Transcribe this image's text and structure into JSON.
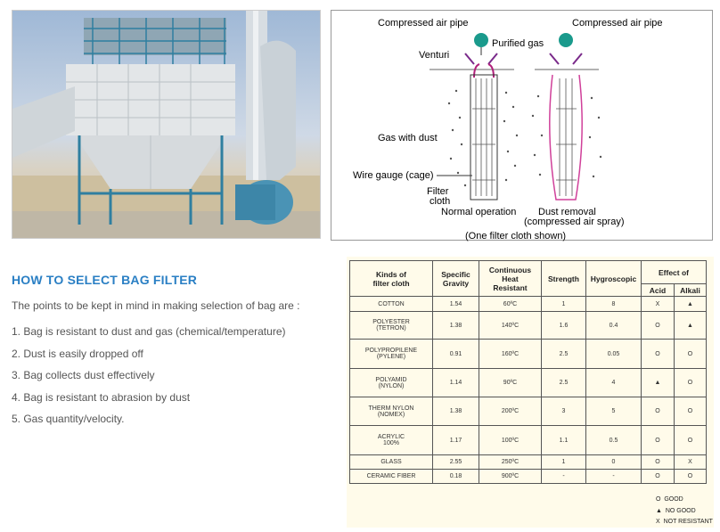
{
  "diagram": {
    "compressed_air_pipe_left": "Compressed air pipe",
    "compressed_air_pipe_right": "Compressed air pipe",
    "purified_gas": "Purified gas",
    "venturi": "Venturi",
    "gas_with_dust": "Gas with dust",
    "wire_gauge": "Wire gauge (cage)",
    "filter_cloth_1": "Filter",
    "filter_cloth_2": "cloth",
    "normal_operation": "Normal operation",
    "dust_removal": "Dust removal",
    "compressed_air_spray": "(compressed air spray)",
    "one_filter_cloth": "(One filter cloth shown)"
  },
  "heading": "HOW TO SELECT BAG FILTER",
  "intro": "The points to be kept in mind in making selection of bag are :",
  "points": [
    "1. Bag is resistant to dust and gas (chemical/temperature)",
    "2. Dust is easily dropped off",
    "3. Bag collects dust effectively",
    "4. Bag is resistant to abrasion by dust",
    "5. Gas quantity/velocity."
  ],
  "table": {
    "headers": {
      "kinds_1": "Kinds of",
      "kinds_2": "filter cloth",
      "gravity_1": "Specific",
      "gravity_2": "Gravity",
      "heat_1": "Continuous",
      "heat_2": "Heat",
      "heat_3": "Resistant",
      "strength": "Strength",
      "hygroscopic": "Hygroscopic",
      "effect_of": "Effect of",
      "acid": "Acid",
      "alkali": "Alkali"
    },
    "rows": [
      {
        "name1": "COTTON",
        "name2": "",
        "gravity": "1.54",
        "heat": "60ºC",
        "strength": "1",
        "hygro": "8",
        "acid": "X",
        "alkali": "▲"
      },
      {
        "name1": "POLYESTER",
        "name2": "(TETRON)",
        "gravity": "1.38",
        "heat": "140ºC",
        "strength": "1.6",
        "hygro": "0.4",
        "acid": "O",
        "alkali": "▲"
      },
      {
        "name1": "POLYPROPILENE",
        "name2": "(PYLENE)",
        "gravity": "0.91",
        "heat": "160ºC",
        "strength": "2.5",
        "hygro": "0.05",
        "acid": "O",
        "alkali": "O"
      },
      {
        "name1": "POLYAMID",
        "name2": "(NYLON)",
        "gravity": "1.14",
        "heat": "90ºC",
        "strength": "2.5",
        "hygro": "4",
        "acid": "▲",
        "alkali": "O"
      },
      {
        "name1": "THERM NYLON",
        "name2": "(NOMEX)",
        "gravity": "1.38",
        "heat": "200ºC",
        "strength": "3",
        "hygro": "5",
        "acid": "O",
        "alkali": "O"
      },
      {
        "name1": "ACRYLIC",
        "name2": "100%",
        "gravity": "1.17",
        "heat": "100ºC",
        "strength": "1.1",
        "hygro": "0.5",
        "acid": "O",
        "alkali": "O"
      },
      {
        "name1": "GLASS",
        "name2": "",
        "gravity": "2.55",
        "heat": "250ºC",
        "strength": "1",
        "hygro": "0",
        "acid": "O",
        "alkali": "X"
      },
      {
        "name1": "CERAMIC FIBER",
        "name2": "",
        "gravity": "0.18",
        "heat": "900ºC",
        "strength": "-",
        "hygro": "-",
        "acid": "O",
        "alkali": "O"
      }
    ],
    "legend": {
      "good_symbol": "O",
      "good": "GOOD",
      "nogood_symbol": "▲",
      "nogood": "NO GOOD",
      "notres_symbol": "X",
      "notres": "NOT RESISTANT"
    }
  }
}
